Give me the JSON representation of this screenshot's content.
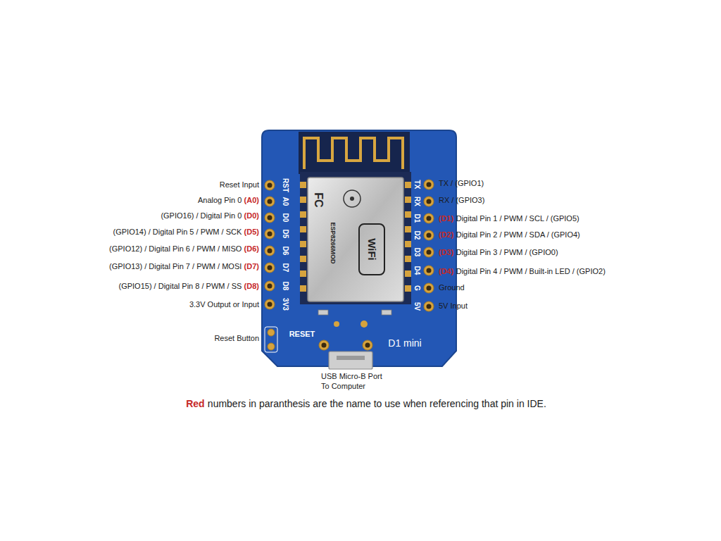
{
  "diagram": {
    "caption": "numbers in paranthesis are the name to use when referencing that pin in IDE.",
    "labels": [
      "Reset Input",
      "Analog Pin 0",
      "(A0)",
      "(GPIO16) / Digital Pin 0",
      "(D0)",
      "(GPIO14) / Digital Pin 5 / PWM / SCK",
      "(D5)",
      "(GPIO12) / Digital Pin 6 / PWM / MISO",
      "(D6)",
      "(GPIO13) / Digital Pin 7 / PWM / MOSI",
      "(D7)",
      "(GPIO15) / Digital Pin 8 / PWM / SS",
      "(D8)",
      "3.3V Output or Input",
      "Reset Button",
      "TX / (GPIO1)",
      "RX / (GPIO3)",
      "(D1)",
      "Digital Pin 1 / PWM / SCL / (GPIO5)",
      "(D2)",
      "Digital Pin 2 / PWM / SDA / (GPIO4)",
      "(D3)",
      "Digital Pin 3 / PWM / (GPIO0)",
      "(D4)",
      "Digital Pin 4 / PWM / Built-in LED / (GPIO2)",
      "Ground",
      "5V Input",
      "USB Micro-B Port To Computer",
      "Red",
      "RST",
      "A0",
      "D0",
      "D5",
      "D6",
      "D7",
      "D8",
      "3V3",
      "TX",
      "RX",
      "D1",
      "D2",
      "D3",
      "D4",
      "G",
      "5V",
      "RESET",
      "D1 mini",
      "WiFi",
      "ESP8266MOD",
      "FC"
    ]
  }
}
